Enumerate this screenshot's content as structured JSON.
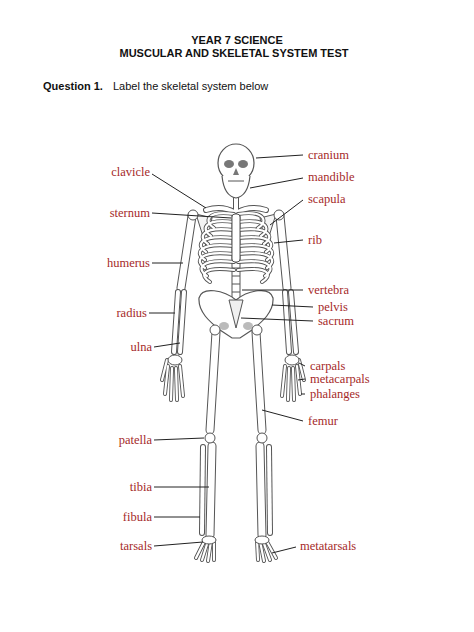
{
  "diagram": {
    "title": "YEAR 7 SCIENCE",
    "labels": [
      "MUSCULAR AND SKELETAL SYSTEM TEST",
      "Question 1.",
      "Label the skeletal system below",
      "cranium",
      "clavicle",
      "mandible",
      "scapula",
      "sternum",
      "rib",
      "humerus",
      "vertebra",
      "pelvis",
      "radius",
      "sacrum",
      "ulna",
      "carpals",
      "metacarpals",
      "phalanges",
      "femur",
      "patella",
      "tibia",
      "fibula",
      "tarsals",
      "metatarsals"
    ]
  }
}
